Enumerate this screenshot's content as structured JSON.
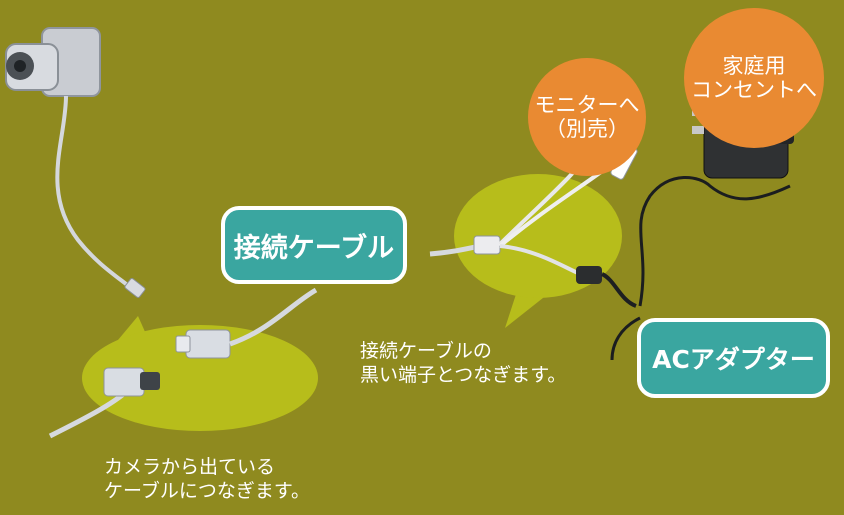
{
  "labels": {
    "connection_cable": "接続ケーブル",
    "ac_adapter": "ACアダプター"
  },
  "callouts": {
    "to_monitor": "モニターへ\n（別売）",
    "to_outlet": "家庭用\nコンセントへ"
  },
  "notes": {
    "right": "接続ケーブルの\n黒い端子とつなぎます。",
    "left": "カメラから出ている\nケーブルにつなぎます。"
  },
  "colors": {
    "background": "#8f8a1f",
    "bubble": "#b7bd1b",
    "label_box": "#3aa6a0",
    "circle": "#e98a32"
  }
}
